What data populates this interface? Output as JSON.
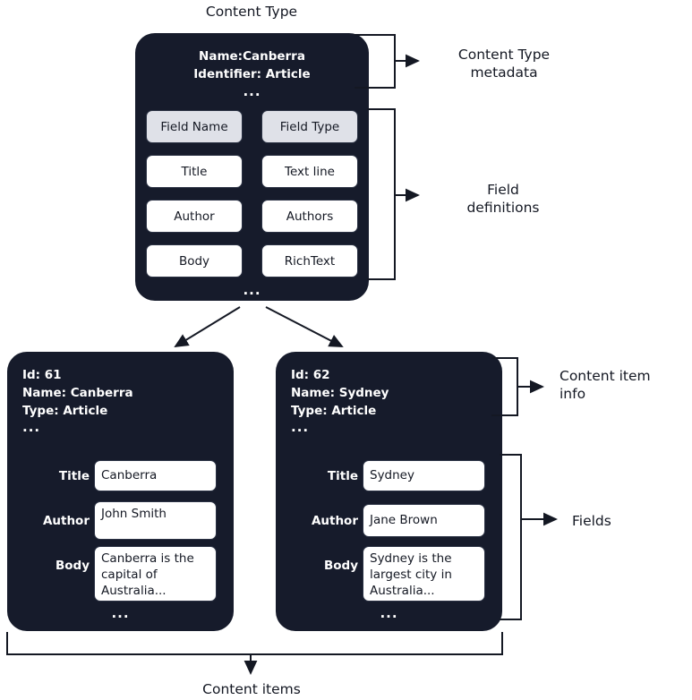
{
  "diagram": {
    "title_top": "Content Type",
    "title_bottom": "Content items",
    "annotations": {
      "metadata": "Content Type\nmetadata",
      "field_definitions": "Field\ndefinitions",
      "item_info": "Content item\ninfo",
      "fields": "Fields"
    },
    "content_type": {
      "name_line": "Name:Canberra",
      "identifier_line": "Identifier: Article",
      "ellipsis_top": "...",
      "ellipsis_bottom": "...",
      "table_headers": [
        "Field Name",
        "Field Type"
      ],
      "rows": [
        {
          "name": "Title",
          "type": "Text line"
        },
        {
          "name": "Author",
          "type": "Authors"
        },
        {
          "name": "Body",
          "type": "RichText"
        }
      ]
    },
    "content_items": [
      {
        "meta": "Id: 61\nName: Canberra\nType: Article",
        "ellipsis_meta": "...",
        "fields": [
          {
            "label": "Title",
            "value": "Canberra"
          },
          {
            "label": "Author",
            "value": "John Smith"
          },
          {
            "label": "Body",
            "value": "Canberra is the capital of Australia..."
          }
        ],
        "ellipsis_bottom": "..."
      },
      {
        "meta": "Id: 62\nName: Sydney\nType: Article",
        "ellipsis_meta": "...",
        "fields": [
          {
            "label": "Title",
            "value": "Sydney"
          },
          {
            "label": "Author",
            "value": "Jane Brown"
          },
          {
            "label": "Body",
            "value": "Sydney is the largest city in Australia..."
          }
        ],
        "ellipsis_bottom": "..."
      }
    ],
    "colors": {
      "card": "#161b2b",
      "chip_header": "#dfe1e8",
      "text": "#141823",
      "line": "#141823"
    }
  }
}
